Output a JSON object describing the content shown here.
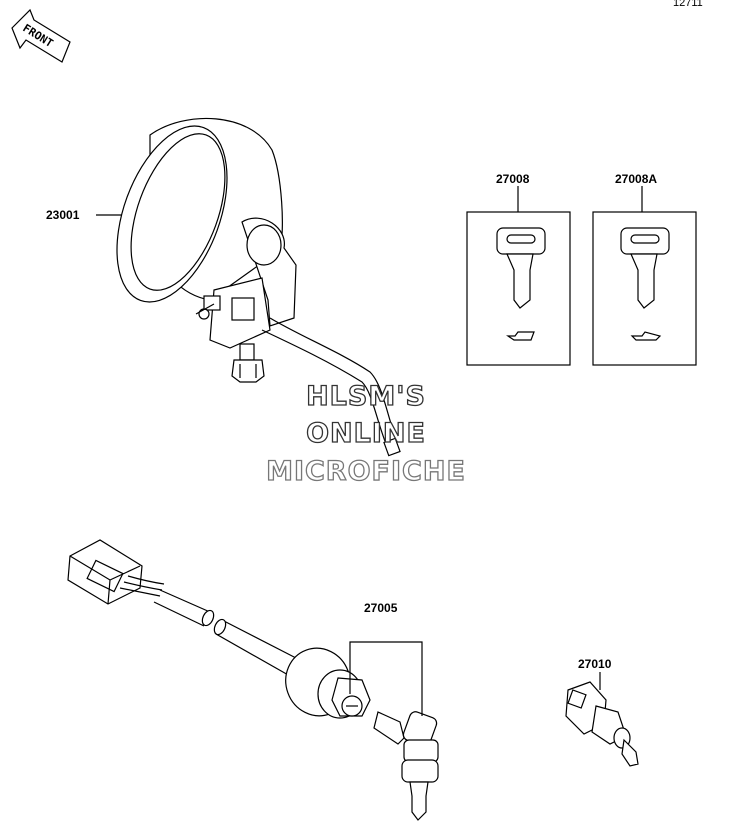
{
  "page_code": "12711",
  "front_marker": "FRONT",
  "watermark": {
    "line1": "HLSM'S",
    "line2": "ONLINE",
    "line3": "MICROFICHE"
  },
  "parts": [
    {
      "number": "23001"
    },
    {
      "number": "27008"
    },
    {
      "number": "27008A"
    },
    {
      "number": "27005"
    },
    {
      "number": "27010"
    }
  ]
}
